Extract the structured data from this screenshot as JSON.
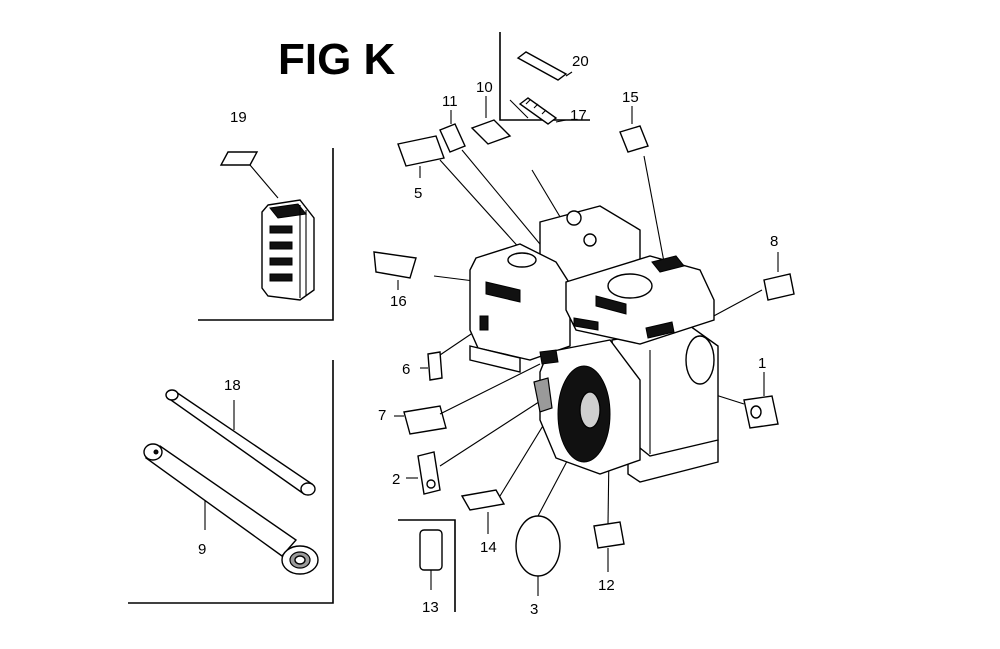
{
  "figure": {
    "title": "FIG K",
    "callouts": {
      "c1": "1",
      "c2": "2",
      "c3": "3",
      "c5": "5",
      "c6": "6",
      "c7": "7",
      "c8": "8",
      "c9": "9",
      "c10": "10",
      "c11": "11",
      "c12": "12",
      "c13": "13",
      "c14": "14",
      "c15": "15",
      "c16": "16",
      "c17": "17",
      "c18": "18",
      "c19": "19",
      "c20": "20"
    }
  }
}
